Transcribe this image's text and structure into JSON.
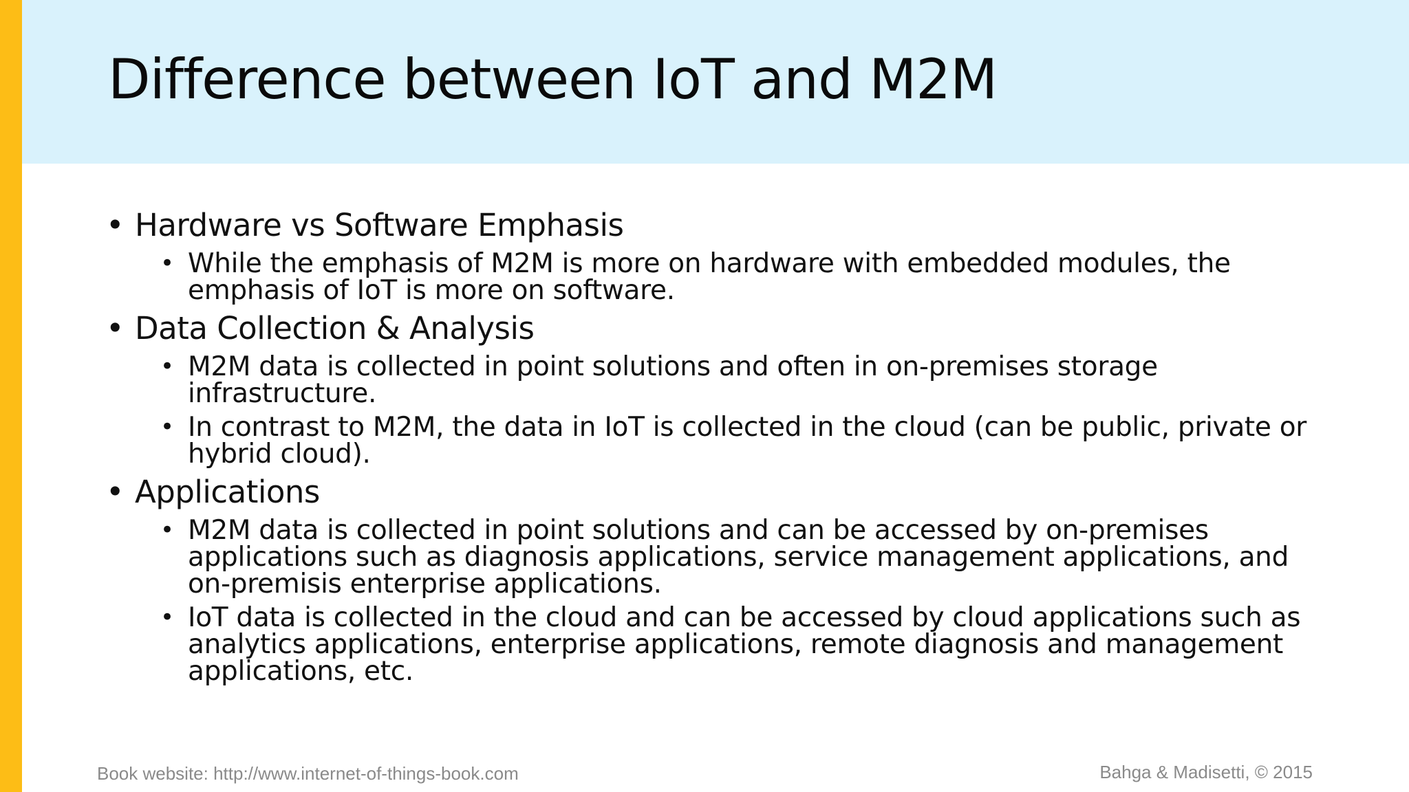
{
  "slide": {
    "title": "Difference between IoT and M2M",
    "bullet_glyph": "•",
    "sections": [
      {
        "heading": "Hardware vs Software Emphasis",
        "points": [
          "While the emphasis of M2M is more on hardware with embedded modules, the emphasis of IoT is more on software."
        ]
      },
      {
        "heading": "Data Collection & Analysis",
        "points": [
          "M2M data is collected in point solutions and often in on-premises storage infrastructure.",
          "In contrast to M2M, the data in IoT is collected in the cloud (can be public, private or hybrid cloud)."
        ]
      },
      {
        "heading": "Applications",
        "points": [
          "M2M data is collected in point solutions and can be accessed by on-premises applications such as diagnosis applications, service management applications, and on-premisis enterprise applications.",
          "IoT data is collected in the cloud and can be accessed by cloud applications such as analytics applications, enterprise applications, remote diagnosis and management applications, etc."
        ]
      }
    ]
  },
  "footer": {
    "left": "Book website: http://www.internet-of-things-book.com",
    "right": "Bahga & Madisetti, © 2015"
  },
  "colors": {
    "accent_bar": "#FDBD16",
    "title_band": "#D9F2FC"
  }
}
